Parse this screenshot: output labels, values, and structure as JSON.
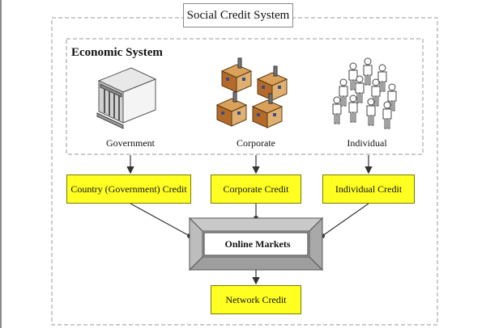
{
  "title": "Social Credit System",
  "economic_system": {
    "title": "Economic System",
    "entities": [
      {
        "label": "Government",
        "icon": "government-building-icon"
      },
      {
        "label": "Corporate",
        "icon": "factories-icon"
      },
      {
        "label": "Individual",
        "icon": "people-crowd-icon"
      }
    ]
  },
  "credits": [
    {
      "label": "Country (Government) Credit"
    },
    {
      "label": "Corporate Credit"
    },
    {
      "label": "Individual Credit"
    }
  ],
  "hub": {
    "label": "Online Markets"
  },
  "output": {
    "label": "Network Credit"
  },
  "colors": {
    "credit_fill": "#ffff22",
    "hub_frame": "#b5b5b5",
    "connector": "#333333",
    "dashed_border": "#9a9a9a"
  }
}
